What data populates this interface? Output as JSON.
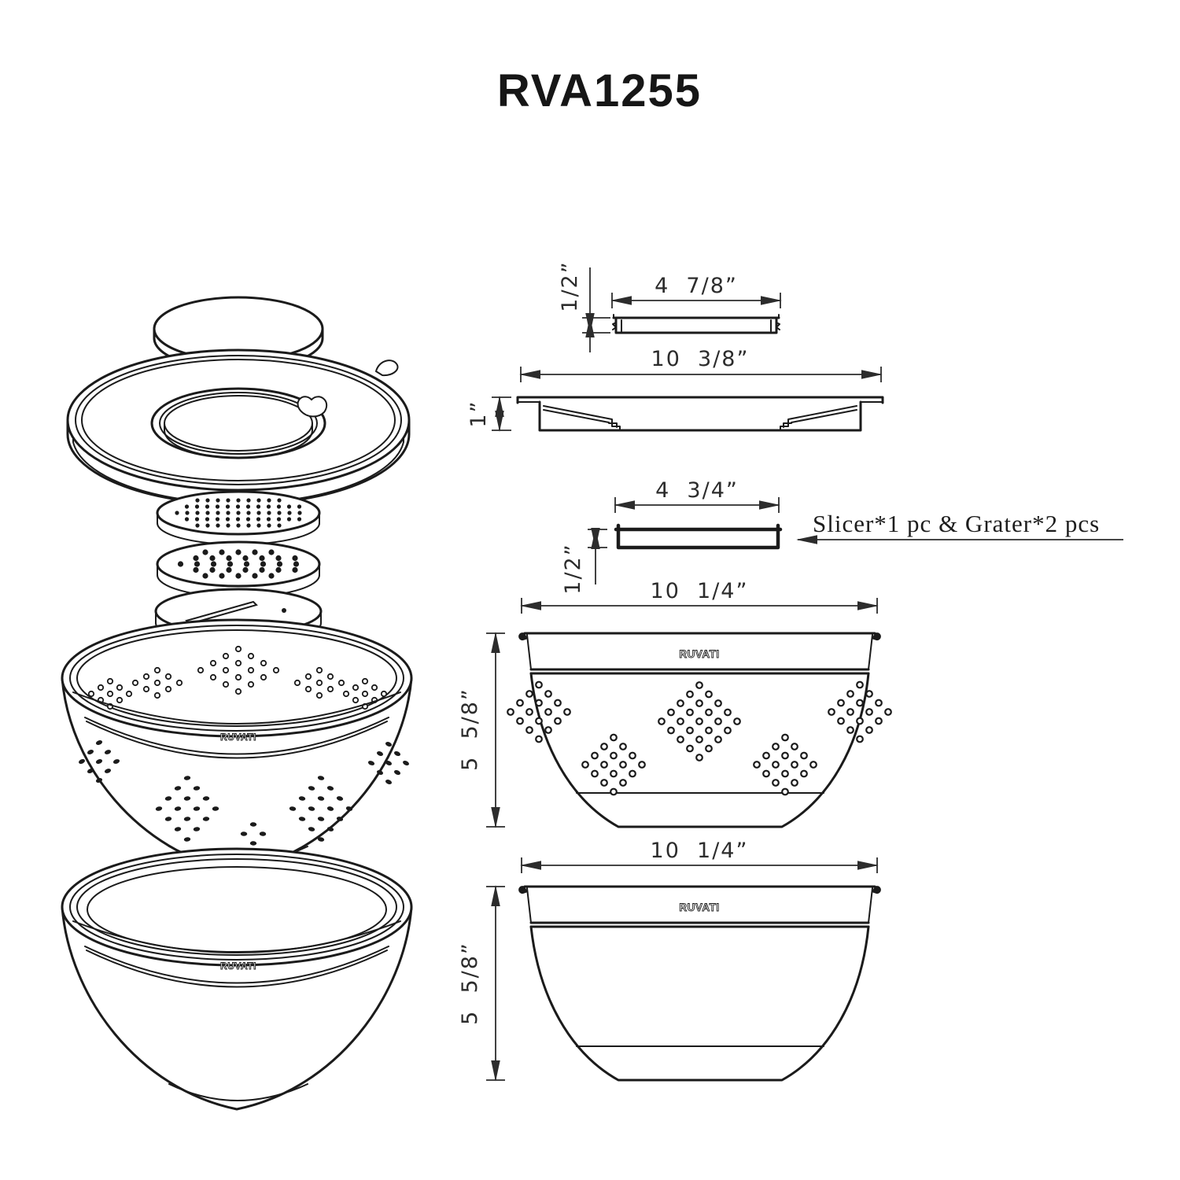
{
  "title": "RVA1255",
  "brand": {
    "logo_text": "RUVATI"
  },
  "annotations": {
    "slicer_grater_note": "Slicer*1 pc & Grater*2 pcs"
  },
  "dimensions": {
    "insert_tray": {
      "width": "4  7/8”",
      "height": "1/2”"
    },
    "lid_profile": {
      "width": "10  3/8”",
      "height": "1”"
    },
    "slicer_tray": {
      "width": "4  3/4”",
      "height": "1/2”"
    },
    "colander": {
      "width": "10  1/4”",
      "height": "5  5/8”"
    },
    "mixing_bowl": {
      "width": "10  1/4”",
      "height": "5  5/8”"
    }
  }
}
